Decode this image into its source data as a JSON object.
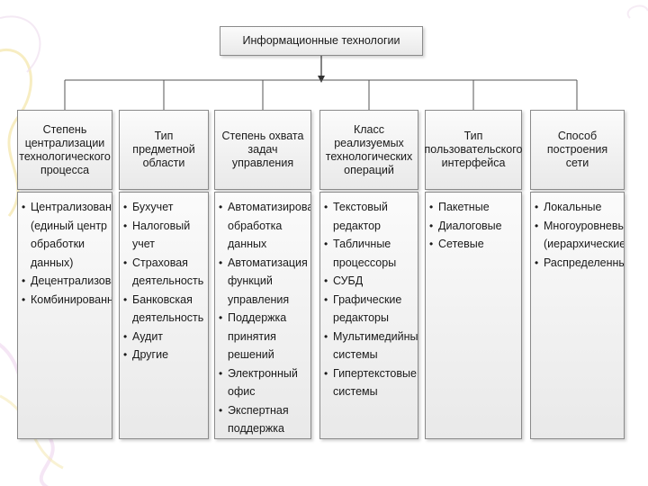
{
  "root": {
    "label": "Информационные технологии"
  },
  "columns": [
    {
      "header": "Степень централизации технологического процесса",
      "items": [
        "Централизованная (единый центр обработки данных)",
        "Децентрализованная",
        "Комбинированная"
      ]
    },
    {
      "header": "Тип предметной области",
      "items": [
        "Бухучет",
        "Налоговый учет",
        "Страховая деятельность",
        "Банковская деятельность",
        "Аудит",
        "Другие"
      ]
    },
    {
      "header": "Степень охвата задач управления",
      "items": [
        "Автоматизированная обработка данных",
        "Автоматизация функций управления",
        "Поддержка принятия решений",
        "Электронный офис",
        "Экспертная поддержка"
      ]
    },
    {
      "header": "Класс реализуемых технологических операций",
      "items": [
        "Текстовый редактор",
        "Табличные процессоры",
        "СУБД",
        "Графические редакторы",
        "Мультимедийные системы",
        "Гипертекстовые системы"
      ]
    },
    {
      "header": "Тип пользовательского интерфейса",
      "items": [
        "Пакетные",
        "Диалоговые",
        "Сетевые"
      ]
    },
    {
      "header": "Способ построения сети",
      "items": [
        "Локальные",
        "Многоуровневые (иерархические)",
        "Распределенные"
      ]
    }
  ]
}
